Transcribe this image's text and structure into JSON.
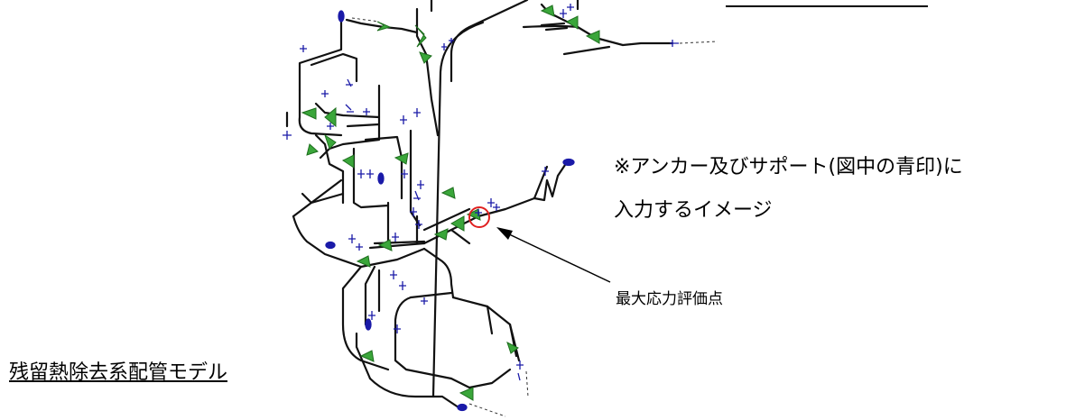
{
  "note": {
    "line1": "※アンカー及びサポート(図中の青印)に",
    "line2": "入力するイメージ"
  },
  "eval_point_label": "最大応力評価点",
  "model_title": "残留熱除去系配管モデル",
  "colors": {
    "pipe": "#111111",
    "support": "#1a1aa8",
    "valve": "#2e8b2e",
    "marker": "#e02020"
  }
}
